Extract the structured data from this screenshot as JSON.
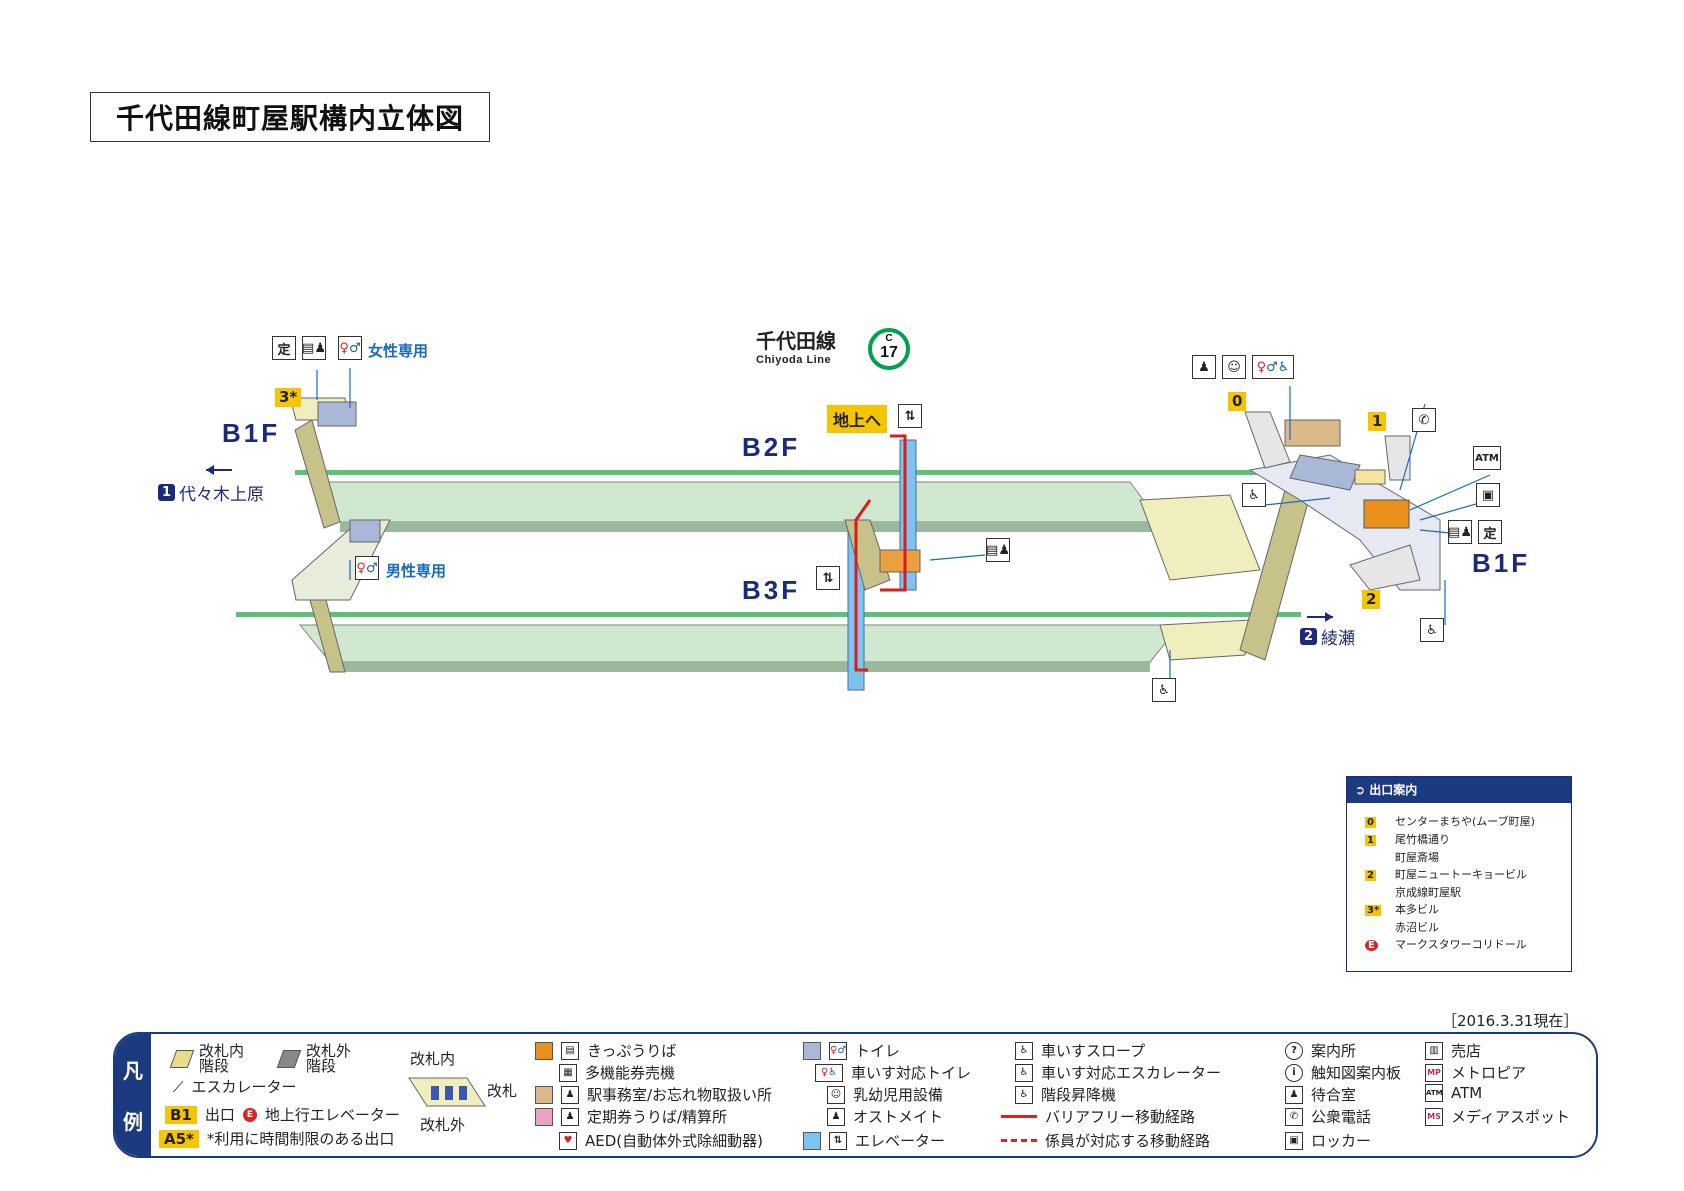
{
  "title": "千代田線町屋駅構内立体図",
  "line": {
    "name_jp": "千代田線",
    "name_en": "Chiyoda Line",
    "code": "C",
    "number": "17",
    "color": "#00a24e"
  },
  "floors": {
    "b1f_left": "B1F",
    "b2f": "B2F",
    "b3f": "B3F",
    "b1f_right": "B1F"
  },
  "directions": {
    "left": {
      "num": "1",
      "label": "代々木上原"
    },
    "right": {
      "num": "2",
      "label": "綾瀬"
    }
  },
  "labels": {
    "women_only": "女性専用",
    "men_only": "男性専用",
    "to_ground": "地上へ"
  },
  "exit_numbers": {
    "e3": "3*",
    "e0": "0",
    "e1": "1",
    "e2": "2"
  },
  "icon_text": {
    "ticket": "定",
    "atm": "ATM"
  },
  "exit_guide": {
    "header": "出口案内",
    "rows": [
      {
        "key": "0",
        "lines": [
          "センターまちや(ムーブ町屋)"
        ]
      },
      {
        "key": "1",
        "lines": [
          "尾竹橋通り",
          "町屋斎場"
        ]
      },
      {
        "key": "2",
        "lines": [
          "町屋ニュートーキョービル",
          "京成線町屋駅"
        ]
      },
      {
        "key": "3*",
        "lines": [
          "本多ビル",
          "赤沼ビル"
        ]
      },
      {
        "key": "E",
        "lines": [
          "マークスタワーコリドール"
        ]
      }
    ]
  },
  "as_of": "［2016.3.31現在］",
  "legend": {
    "side_top": "凡",
    "side_bottom": "例",
    "stairs_in": "改札内\n階段",
    "stairs_out": "改札外\n階段",
    "escalator": "エスカレーター",
    "exit_tag": "B1",
    "exit": "出口",
    "ground_elevator": "地上行エレベーター",
    "timed_exit_tag": "A5*",
    "timed_exit": "*利用に時間制限のある出口",
    "gate_inside": "改札内",
    "gate": "改札",
    "gate_outside": "改札外",
    "ticket_sales": "きっぷうりば",
    "ticket_machine": "多機能券売機",
    "station_office": "駅事務室/お忘れ物取扱い所",
    "commuter_pass": "定期券うりば/精算所",
    "aed": "AED(自動体外式除細動器)",
    "toilet": "トイレ",
    "accessible_toilet": "車いす対応トイレ",
    "baby_facility": "乳幼児用設備",
    "ostomate": "オストメイト",
    "elevator": "エレベーター",
    "wheelchair_slope": "車いすスロープ",
    "wheelchair_escalator": "車いす対応エスカレーター",
    "stair_lift": "階段昇降機",
    "barrier_free_route": "バリアフリー移動経路",
    "staff_route": "係員が対応する移動経路",
    "info": "案内所",
    "tactile_map": "触知図案内板",
    "waiting_room": "待合室",
    "public_phone": "公衆電話",
    "locker": "ロッカー",
    "shop": "売店",
    "metropia": "メトロピア",
    "atm": "ATM",
    "media_spot": "メディアスポット"
  }
}
